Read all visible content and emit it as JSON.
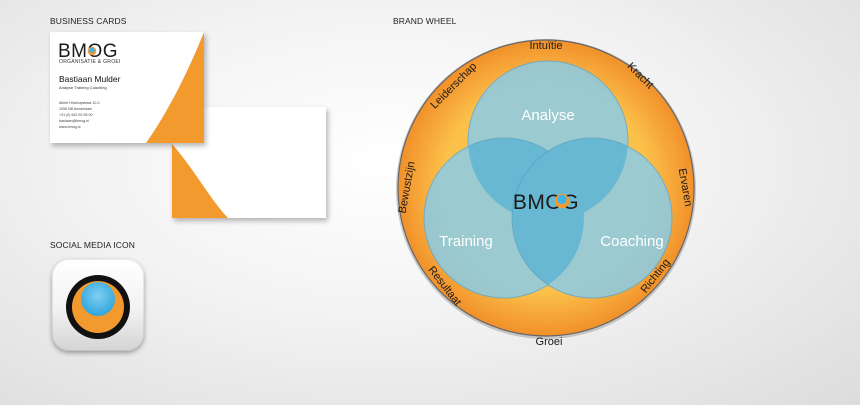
{
  "sections": {
    "business_cards": "BUSINESS CARDS",
    "social_media_icon": "SOCIAL MEDIA ICON",
    "brand_wheel": "BRAND WHEEL"
  },
  "business_card": {
    "logo": "BMOG",
    "logo_sub": "ORGANISATIE & GROEI",
    "name": "Bastiaan Mulder",
    "role": "Analyse Training Coaching",
    "lines": [
      "Albert Hinshuystraat 10-3",
      "1058 NB Amsterdam",
      "+31 (0) 642 52 55 00",
      "bastiaan@bmog.nl",
      "www.bmog.nl"
    ]
  },
  "wheel": {
    "center_logo": "BMOG",
    "circles": [
      "Analyse",
      "Training",
      "Coaching"
    ],
    "ring_words": [
      "Intuïtie",
      "Kracht",
      "Ervaren",
      "Richting",
      "Groei",
      "Resultaat",
      "Bewustzijn",
      "Leiderschap"
    ]
  },
  "colors": {
    "orange": "#f39a2e",
    "orange_light": "#fbbd3f",
    "blue": "#3fb4e6",
    "blue_light": "#86cdee",
    "dark": "#1a1a1a"
  }
}
